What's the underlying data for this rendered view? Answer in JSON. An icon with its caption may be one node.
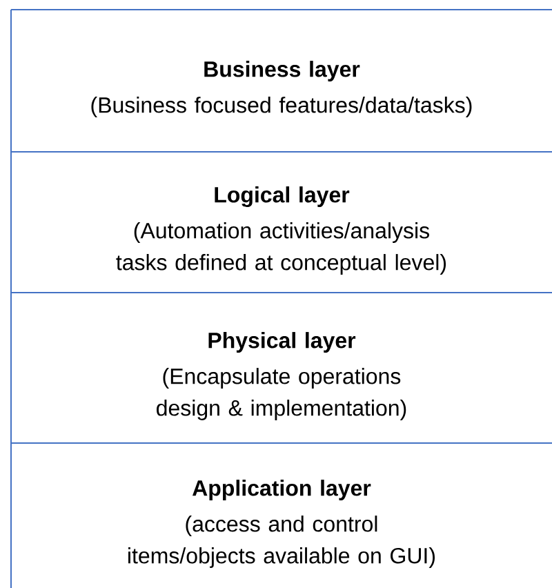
{
  "diagram": {
    "nodes": [
      {
        "text": [
          "Business layer",
          "(Business focused features/data/tasks)"
        ]
      },
      {
        "text": [
          "Logical layer",
          "(Automation activities/analysis tasks defined at conceptual level)"
        ]
      },
      {
        "text": [
          "Physical layer",
          "(Encapsulate operations design & implementation)"
        ]
      },
      {
        "text": [
          "Application layer",
          "(access and control items/objects available on GUI)"
        ]
      }
    ]
  }
}
